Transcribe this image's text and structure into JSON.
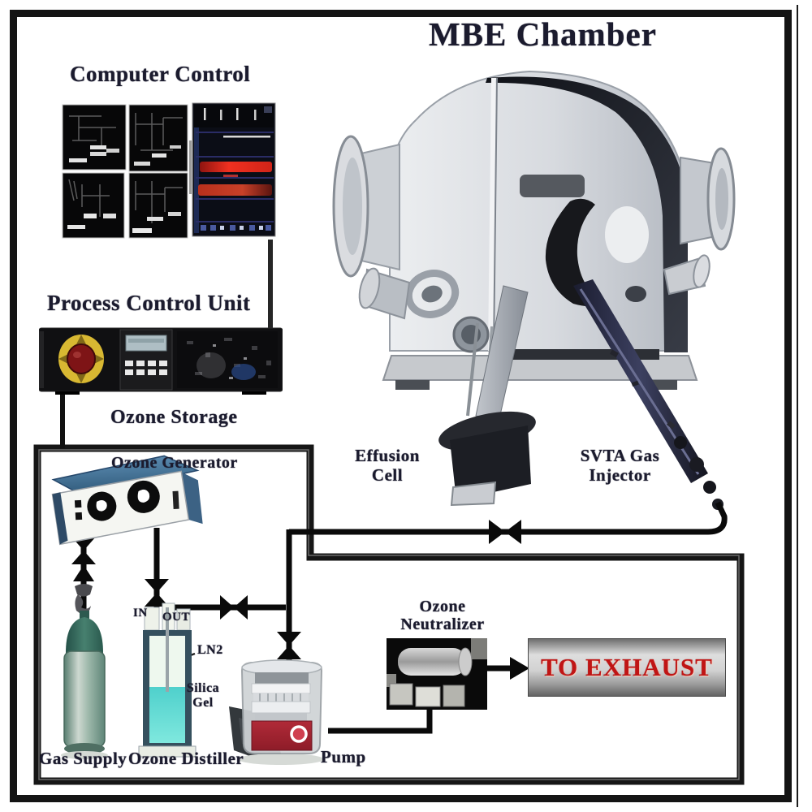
{
  "title": "MBE Chamber",
  "labels": {
    "computer_control": "Computer Control",
    "process_control_unit": "Process Control Unit",
    "ozone_storage": "Ozone Storage",
    "ozone_generator": "Ozone Generator",
    "gas_supply": "Gas Supply",
    "ozone_distiller": "Ozone Distiller",
    "pump": "Pump",
    "ozone_neutralizer_line1": "Ozone",
    "ozone_neutralizer_line2": "Neutralizer",
    "to_exhaust": "TO EXHAUST",
    "effusion_cell_line1": "Effusion",
    "effusion_cell_line2": "Cell",
    "svta_line1": "SVTA Gas",
    "svta_line2": "Injector",
    "ln2": "LN2",
    "silica_gel_line1": "Silica",
    "silica_gel_line2": "Gel",
    "port_in": "IN",
    "port_out": "OUT"
  },
  "colors": {
    "label_ink": "#1b1b2e",
    "pipe_black": "#0a0a0a",
    "exhaust_red": "#c01515",
    "banner_gray": "#c9c9c9",
    "cylinder_teal": "#3f7a6c",
    "distiller_liquid_cyan": "#5fd8d0",
    "generator_blue": "#4a7ba0",
    "pump_red": "#a62433",
    "screen_red": "#e02818",
    "screen_blue": "#1d2a55"
  }
}
